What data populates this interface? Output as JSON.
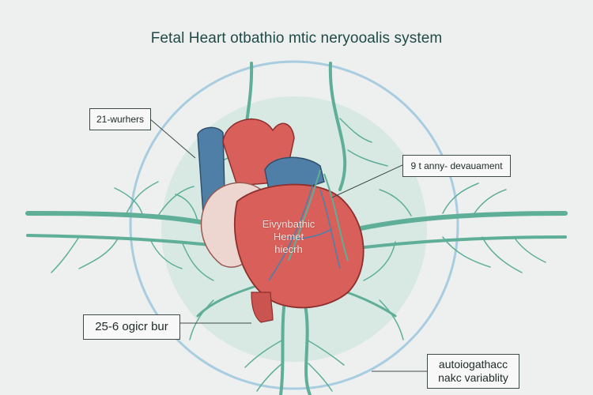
{
  "title": "Fetal Heart otbathio mtic neryooalis system",
  "labels": {
    "top_left": "21-wurhers",
    "right": "9 t anny- devauament",
    "bottom_left": "25-6 ogicr bur",
    "bottom_right_line1": "autoiogathacc",
    "bottom_right_line2": "nakc variablity"
  },
  "heart_text": {
    "line1": "Eivynbathic",
    "line2": "Hemet",
    "line3": "hiecrh"
  },
  "colors": {
    "background": "#eef0ef",
    "circle_fill": "#cfe5df",
    "circle_stroke": "#a9cde0",
    "nerve": "#5fae98",
    "heart_red": "#d9605a",
    "heart_pink": "#e9a8a2",
    "vessel_blue": "#4f7fa6"
  }
}
